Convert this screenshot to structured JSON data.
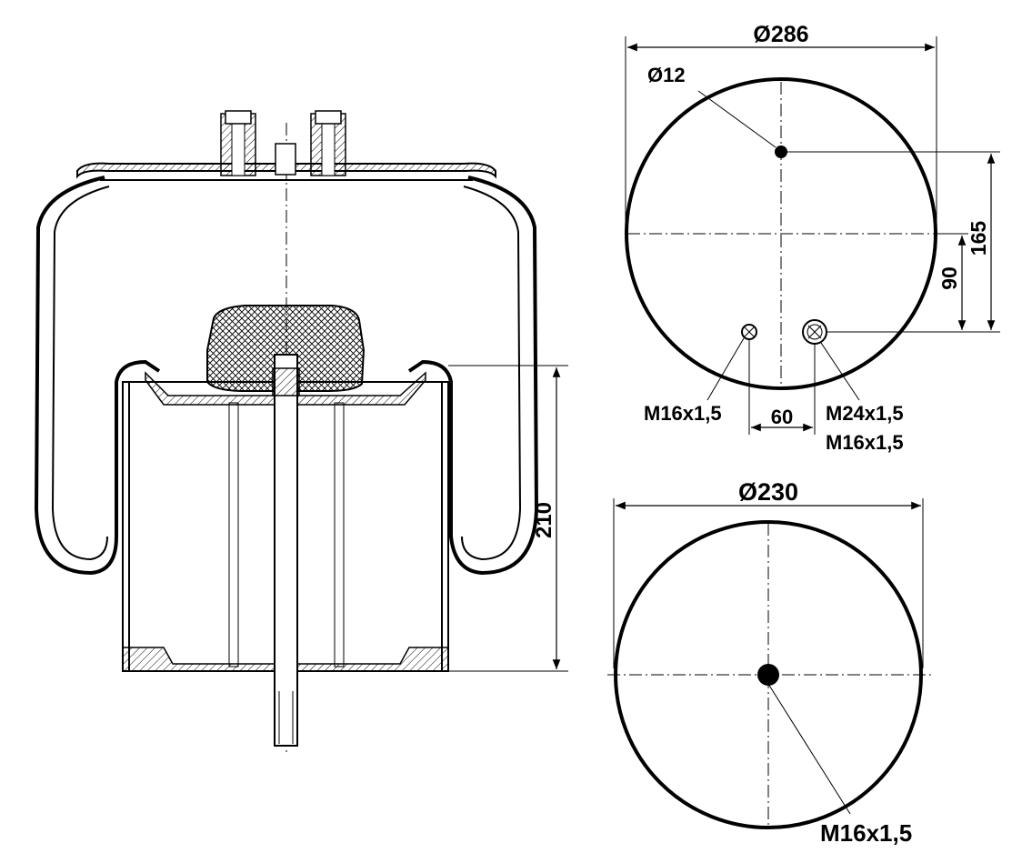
{
  "labels": {
    "top_diameter": "Ø286",
    "hole_diameter": "Ø12",
    "offset_165": "165",
    "offset_90": "90",
    "height_210": "210",
    "port_left": "M16x1,5",
    "spacing_60": "60",
    "port_right_1": "M24x1,5",
    "port_right_2": "M16x1,5",
    "bottom_diameter": "Ø230",
    "bottom_thread": "M16x1,5"
  },
  "colors": {
    "line": "#000000",
    "background": "#ffffff"
  }
}
